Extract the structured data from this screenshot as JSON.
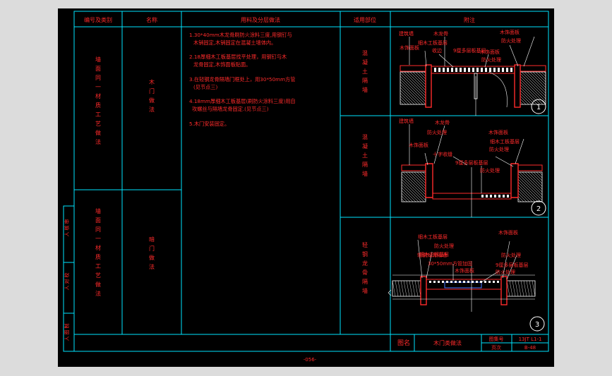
{
  "headers": {
    "number_type": "编号及类别",
    "name": "名称",
    "materials": "用料及分层做法",
    "location": "适用部位",
    "notes": "附注"
  },
  "categories": [
    {
      "label": "墙面同一材质工艺做法",
      "name": "木门做法"
    },
    {
      "label": "墙面同一材质工艺做法",
      "name": "暗门做法"
    }
  ],
  "steps": [
    "1.30*40mm木龙骨刷防火涂料三度,用钢钉与",
    "木销固定,木销固定在混凝土墙体内。",
    "2.18厚细木工板基层找平处理，用钢钉与木",
    "龙骨固定,木饰面板贴面。",
    "3.在轻钢龙骨隔墙门框处上，用30*50mm方管",
    "(见节点三)",
    "4.18mm厚细木工板基层(刷防火涂料三度)用自",
    "攻螺丝与隔墙龙骨固定.(见节点三)",
    "5.木门安装固定。"
  ],
  "locations": [
    "混凝土隔墙",
    "混凝土隔墙",
    "轻钢龙骨隔墙"
  ],
  "detail1": {
    "labels": [
      "建筑墙",
      "木龙骨",
      "木饰面板",
      "细木工板基层",
      "木饰面板",
      "收边",
      "9厘多层板基层",
      "防火处理",
      "木饰面板",
      "防火处理"
    ],
    "number": "1"
  },
  "detail2": {
    "labels": [
      "建筑墙",
      "木龙骨",
      "防火处理",
      "木饰面板",
      "细木工板基层",
      "防火处理",
      "木饰面板",
      "十字收缝",
      "9厘多层板基层",
      "防火处理"
    ],
    "number": "2"
  },
  "detail3": {
    "labels": [
      "细木工板基层",
      "木饰面板",
      "防火处理",
      "细木工板基层",
      "轻钢龙骨隔墙",
      "防火处理",
      "30*50mm方管加固",
      "9厘多层板基层",
      "木饰面板",
      "防火处理"
    ],
    "number": "3"
  },
  "side_labels": [
    "审核人",
    "校对人",
    "制图人"
  ],
  "title_block": {
    "drawing_name_label": "图名",
    "drawing_name": "木门类做法",
    "drawing_no_label": "图集号",
    "drawing_no": "13JT L1-1",
    "page_label": "页次",
    "page_no": "B-48"
  },
  "page_number": "-056-",
  "colors": {
    "frame": "#00e5ff",
    "text": "#ff2b2b",
    "white": "#ffffff",
    "steel": "#4b78ff",
    "hatch": "#ffffff"
  }
}
